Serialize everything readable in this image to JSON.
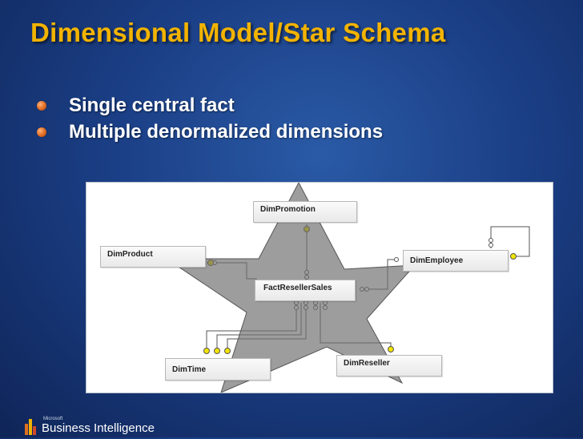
{
  "slide": {
    "title": "Dimensional Model/Star Schema",
    "bullets": [
      "Single central fact",
      "Multiple denormalized dimensions"
    ]
  },
  "diagram": {
    "tables": {
      "promotion": "DimPromotion",
      "product": "DimProduct",
      "employee": "DimEmployee",
      "fact": "FactResellerSales",
      "time": "DimTime",
      "reseller": "DimReseller"
    }
  },
  "footer": {
    "logo_text": "Business Intelligence",
    "logo_small": "Microsoft"
  },
  "colors": {
    "title": "#f2b300",
    "background": "#1b3f86",
    "star": "#6e6e6e",
    "bullet": "#e06a20"
  }
}
